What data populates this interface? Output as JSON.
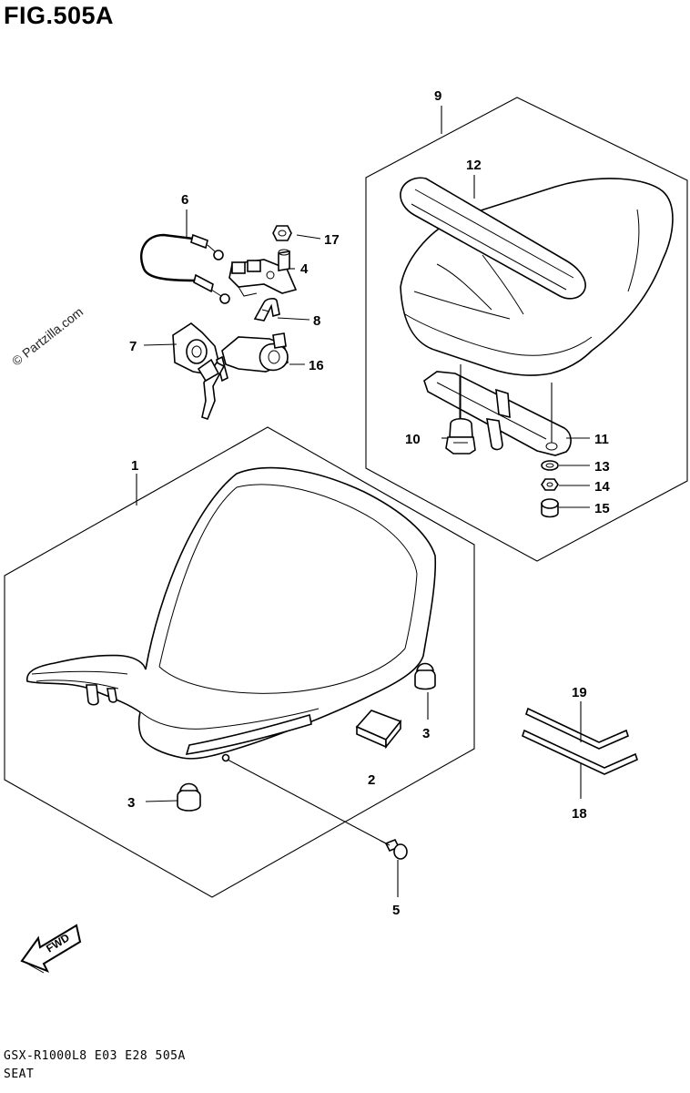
{
  "figure": {
    "title": "FIG.505A",
    "watermark": "© Partzilla.com",
    "footer_code": "GSX-R1000L8 E03 E28 505A",
    "footer_title": "SEAT",
    "fwd_label": "FWD"
  },
  "callouts": {
    "c1": "1",
    "c2": "2",
    "c3a": "3",
    "c3b": "3",
    "c4": "4",
    "c5": "5",
    "c6": "6",
    "c7": "7",
    "c8": "8",
    "c9": "9",
    "c10": "10",
    "c11": "11",
    "c12": "12",
    "c13": "13",
    "c14": "14",
    "c15": "15",
    "c16": "16",
    "c17": "17",
    "c18": "18",
    "c19": "19"
  }
}
